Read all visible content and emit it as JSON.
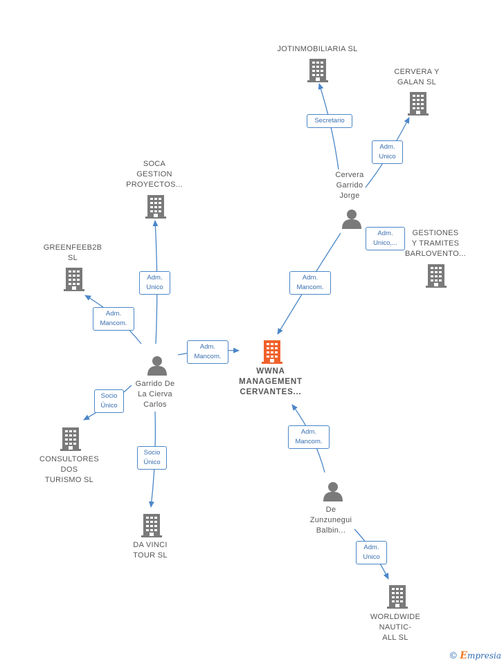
{
  "colors": {
    "edge": "#4a86c8",
    "building": "#7a7a7a",
    "main_building": "#f0622b",
    "person": "#7a7a7a"
  },
  "nodes": {
    "wwna": {
      "lines": [
        "WWNA",
        "MANAGEMENT",
        "CERVANTES..."
      ],
      "icon": "building-icon"
    },
    "jotin": {
      "lines": [
        "JOTINMOBILIARIA SL"
      ],
      "icon": "building-icon"
    },
    "cervera_galan": {
      "lines": [
        "CERVERA Y",
        "GALAN SL"
      ],
      "icon": "building-icon"
    },
    "cervera_jorge": {
      "lines": [
        "Cervera",
        "Garrido",
        "Jorge"
      ],
      "icon": "person-icon"
    },
    "gestiones": {
      "lines": [
        "GESTIONES",
        "Y TRAMITES",
        "BARLOVENTO..."
      ],
      "icon": "building-icon"
    },
    "soca": {
      "lines": [
        "SOCA",
        "GESTION",
        "PROYECTOS..."
      ],
      "icon": "building-icon"
    },
    "greenfeeb2b": {
      "lines": [
        "GREENFEEB2B",
        "SL"
      ],
      "icon": "building-icon"
    },
    "garrido": {
      "lines": [
        "Garrido De",
        "La Cierva",
        "Carlos"
      ],
      "icon": "person-icon"
    },
    "consultores": {
      "lines": [
        "CONSULTORES",
        "DOS",
        "TURISMO  SL"
      ],
      "icon": "building-icon"
    },
    "davinci": {
      "lines": [
        "DA VINCI",
        "TOUR  SL"
      ],
      "icon": "building-icon"
    },
    "zunzunegui": {
      "lines": [
        "De",
        "Zunzunegui",
        "Balbin..."
      ],
      "icon": "person-icon"
    },
    "worldwide": {
      "lines": [
        "WORLDWIDE",
        "NAUTIC-",
        "ALL  SL"
      ],
      "icon": "building-icon"
    }
  },
  "edges": {
    "secretario": [
      "Secretario"
    ],
    "adm_unico_cervera": [
      "Adm.",
      "Unico"
    ],
    "adm_unico_gestiones": [
      "Adm.",
      "Unico,..."
    ],
    "adm_mancom_cervera": [
      "Adm.",
      "Mancom."
    ],
    "adm_unico_soca": [
      "Adm.",
      "Unico"
    ],
    "adm_mancom_green": [
      "Adm.",
      "Mancom."
    ],
    "adm_mancom_garrido": [
      "Adm.",
      "Mancom."
    ],
    "socio_consultores": [
      "Socio",
      "Único"
    ],
    "socio_davinci": [
      "Socio",
      "Único"
    ],
    "adm_mancom_zunz": [
      "Adm.",
      "Mancom."
    ],
    "adm_unico_world": [
      "Adm.",
      "Unico"
    ]
  },
  "brand": {
    "copyright": "©",
    "name_initial": "E",
    "name_rest": "mpresia"
  }
}
